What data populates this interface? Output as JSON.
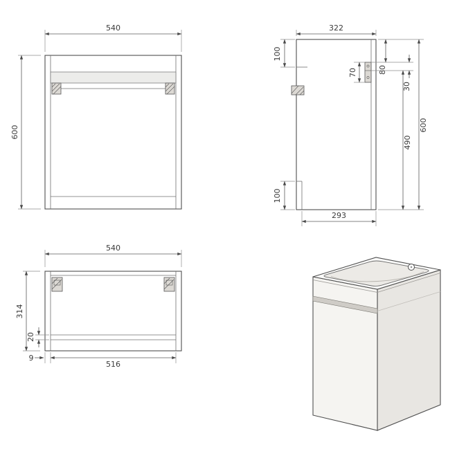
{
  "front_view": {
    "width": "540",
    "height": "600"
  },
  "side_view": {
    "width": "322",
    "height": "600",
    "top_recess": "100",
    "hanger_top_offset": "80",
    "hanger_height": "70",
    "hanger_slot": "30",
    "hanger_to_floor": "490",
    "bottom_recess": "100",
    "base_depth": "293"
  },
  "top_view": {
    "width": "540",
    "depth": "314",
    "front_rail": "20",
    "panel_thickness": "9",
    "inner_width": "516"
  },
  "colors": {
    "line": "#4f4f4f",
    "dimension": "#5a5a5a",
    "text": "#3a3a3a",
    "surface_light": "#f5f4f1",
    "surface_mid": "#e8e6e2"
  }
}
